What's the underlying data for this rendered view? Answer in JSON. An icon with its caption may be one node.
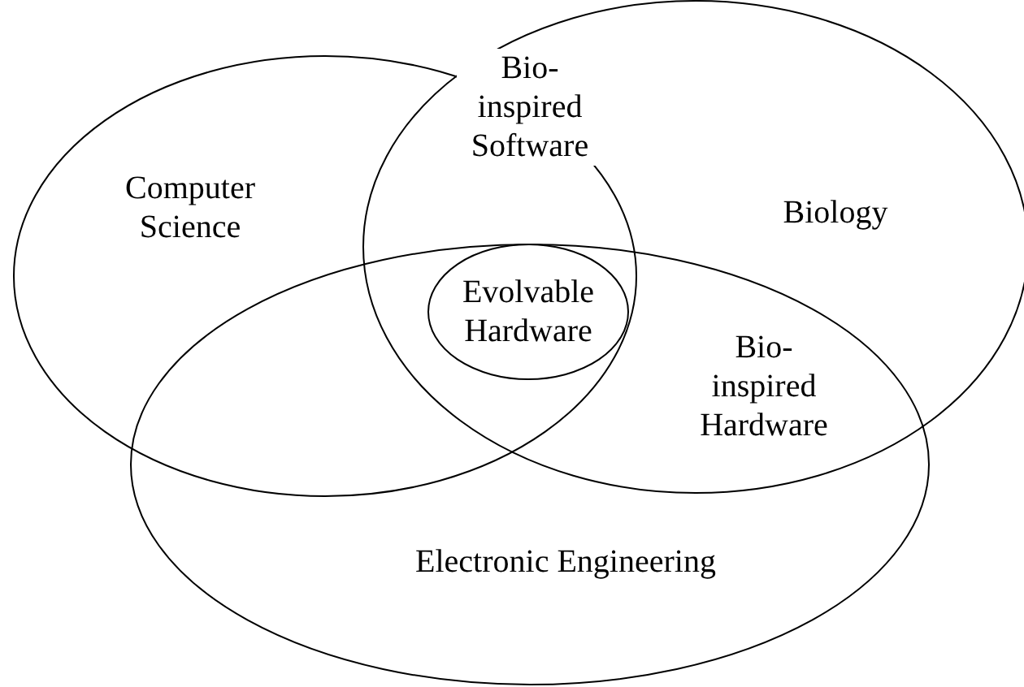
{
  "diagram": {
    "nodes": [
      {
        "text": [
          "Computer Science"
        ]
      },
      {
        "text": [
          "Biology"
        ]
      },
      {
        "text": [
          "Electronic Engineering"
        ]
      },
      {
        "text": [
          "Evolvable Hardware"
        ]
      }
    ],
    "labels": [
      "Bio-inspired Software",
      "Bio-inspired Hardware"
    ]
  }
}
